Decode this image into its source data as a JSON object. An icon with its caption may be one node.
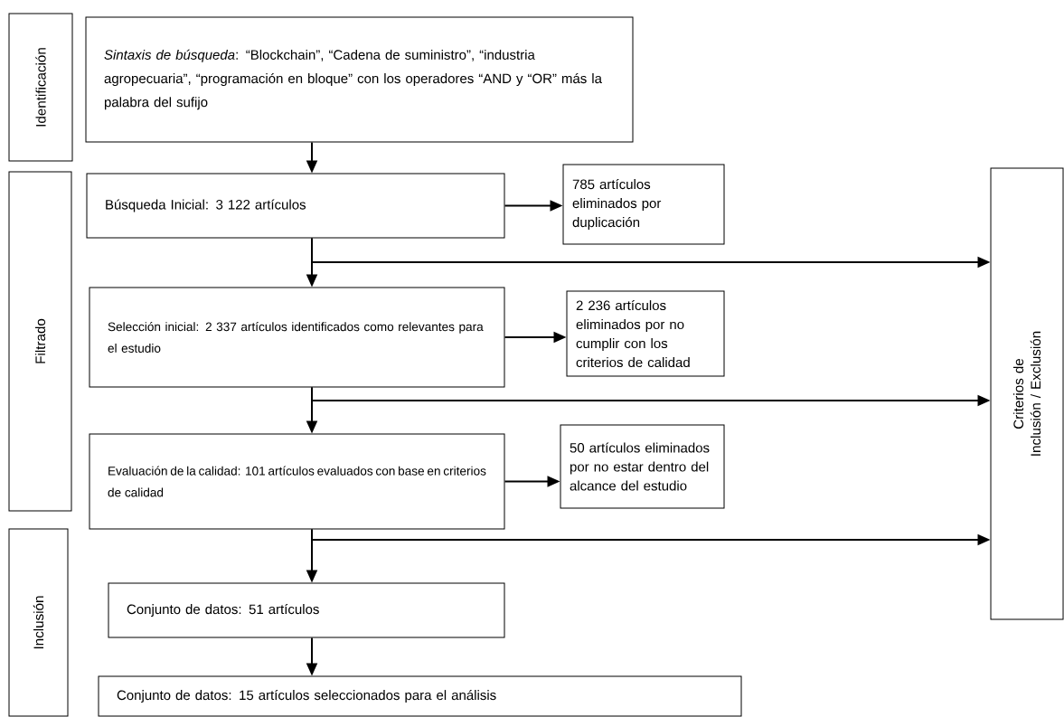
{
  "diagram": {
    "nodes": [
      {
        "text": [
          "Identificación"
        ]
      },
      {
        "text": [
          "Filtrado"
        ]
      },
      {
        "text": [
          "Inclusión"
        ]
      },
      {
        "text": [
          "Criterios de Inclusión / Exclusión"
        ]
      },
      {
        "text": [
          "*Sintaxis de búsqueda*: “Blockchain”, “Cadena de suministro”, “industria agropecuaria”, “programación en bloque” con los operadores “AND y “OR” más la palabra del sufijo"
        ]
      },
      {
        "text": [
          "Búsqueda Inicial: 3 122 artículos"
        ]
      },
      {
        "text": [
          "785 artículos eliminados por duplicación"
        ]
      },
      {
        "text": [
          "Selección inicial: 2 337 artículos identificados como relevantes para el estudio"
        ]
      },
      {
        "text": [
          "2 236 artículos eliminados por no cumplir con los criterios de calidad"
        ]
      },
      {
        "text": [
          "Evaluación de la calidad: 101 artículos evaluados con base en criterios de calidad"
        ]
      },
      {
        "text": [
          "50 artículos eliminados por no estar dentro del alcance del estudio"
        ]
      },
      {
        "text": [
          "Conjunto de datos: 51 artículos"
        ]
      },
      {
        "text": [
          "Conjunto de datos: 15 artículos seleccionados para el análisis"
        ]
      }
    ],
    "edges": [
      {
        "from": 4,
        "to": 5,
        "arrow": "to"
      },
      {
        "from": 5,
        "to": 6,
        "arrow": "to"
      },
      {
        "from": 5,
        "to": 7,
        "arrow": "to"
      },
      {
        "from": 5,
        "to": 3,
        "arrow": "to"
      },
      {
        "from": 7,
        "to": 8,
        "arrow": "to"
      },
      {
        "from": 7,
        "to": 9,
        "arrow": "to"
      },
      {
        "from": 7,
        "to": 3,
        "arrow": "to"
      },
      {
        "from": 9,
        "to": 10,
        "arrow": "to"
      },
      {
        "from": 9,
        "to": 11,
        "arrow": "to"
      },
      {
        "from": 9,
        "to": 3,
        "arrow": "to"
      },
      {
        "from": 11,
        "to": 12,
        "arrow": "to"
      }
    ]
  }
}
